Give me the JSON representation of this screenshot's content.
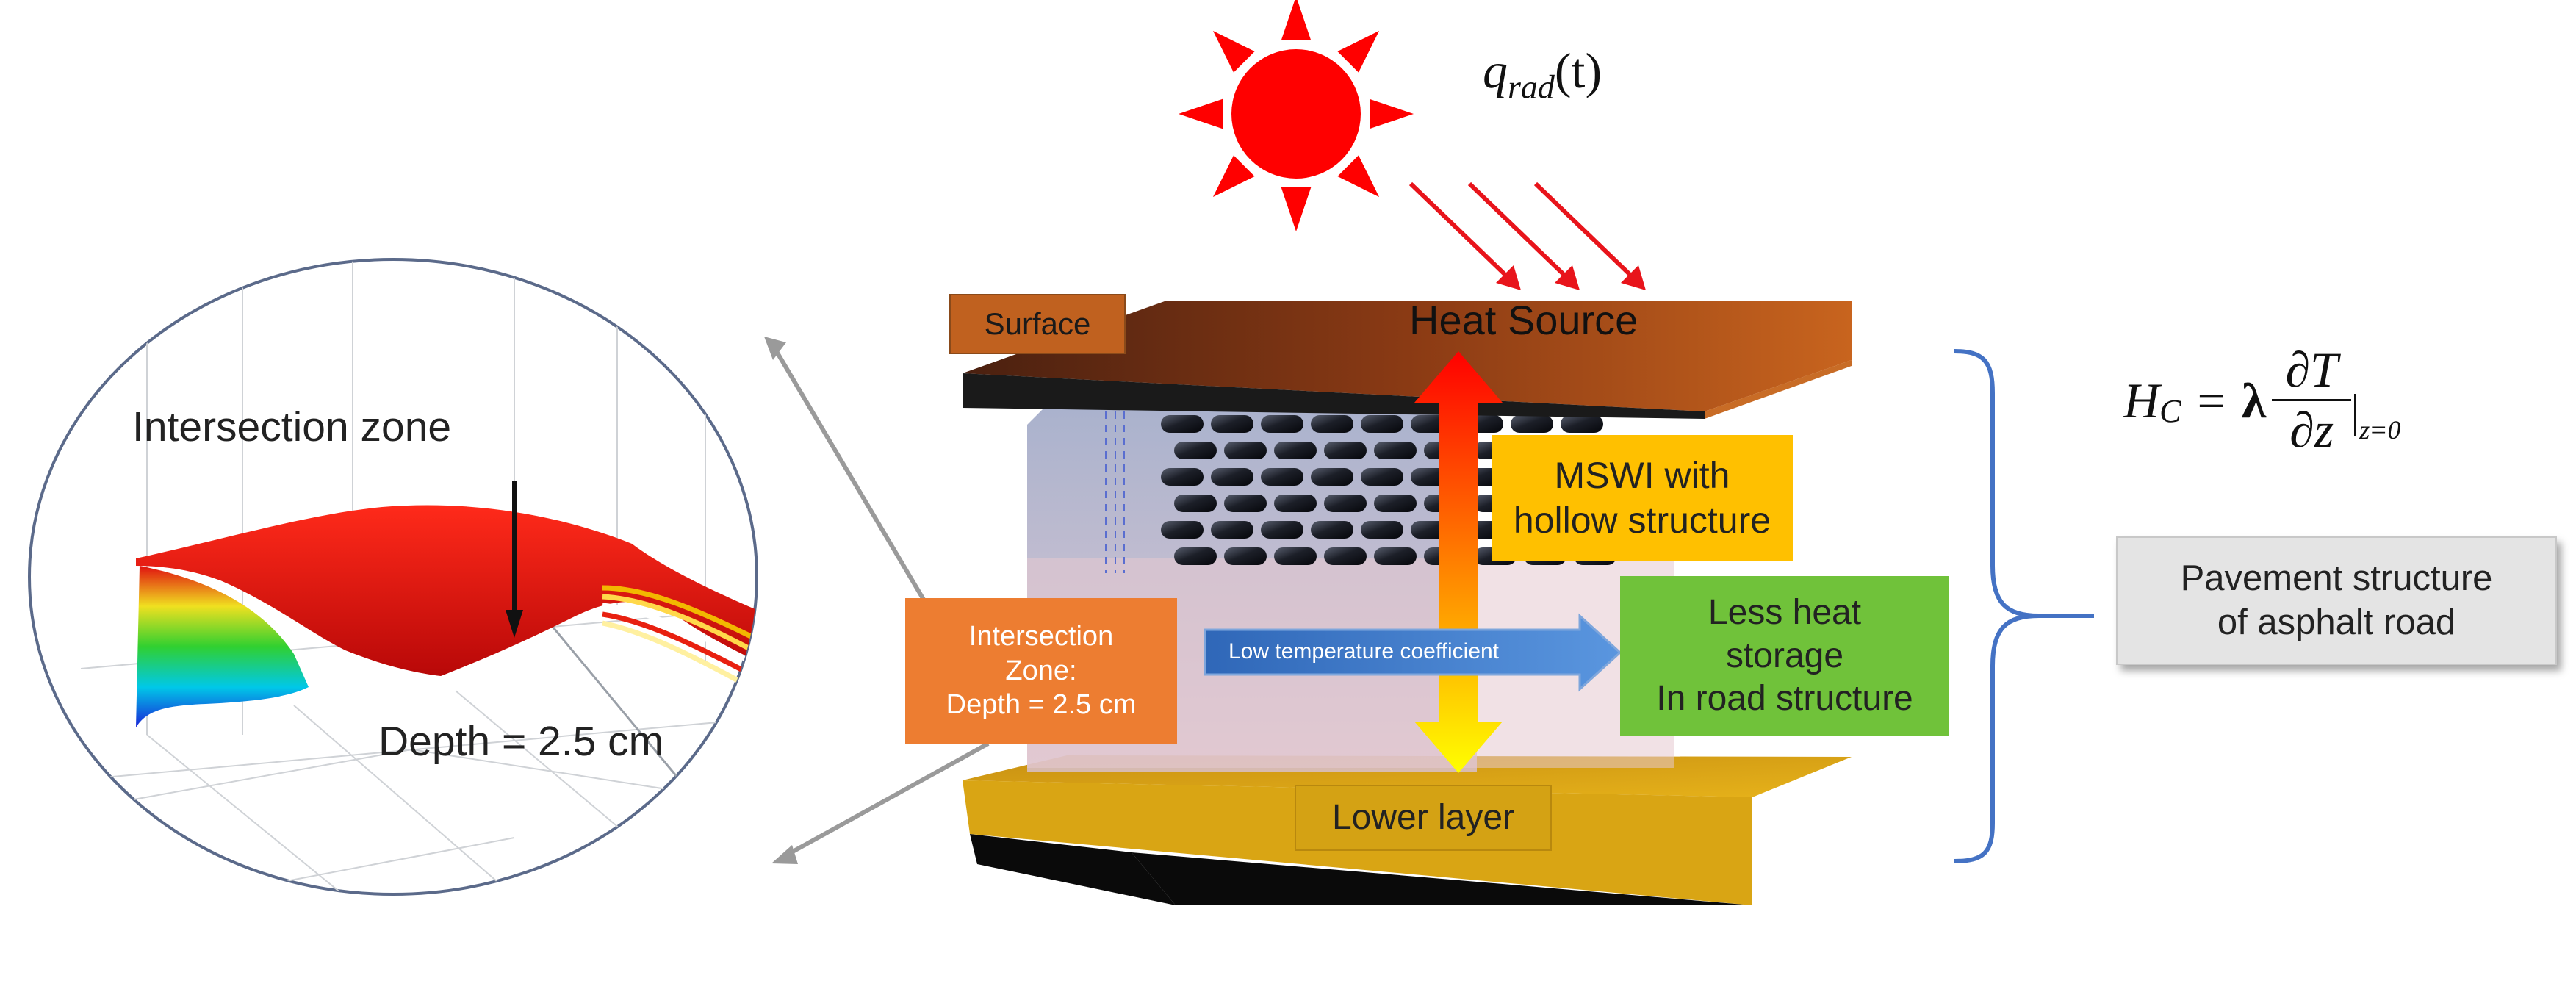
{
  "radiation": {
    "symbol": "q",
    "subscript": "rad",
    "argument": "(t)"
  },
  "labels": {
    "surface": "Surface",
    "heat_source": "Heat Source",
    "mswi": "MSWI with\nhollow structure",
    "intersection": "Intersection\nZone:\nDepth = 2.5 cm",
    "low_temp": "Low temperature coefficient",
    "less_heat": "Less heat\nstorage\nIn road structure",
    "lower_layer": "Lower layer",
    "pavement": "Pavement structure\nof asphalt road"
  },
  "zoom": {
    "title": "Intersection zone",
    "depth": "Depth = 2.5 cm"
  },
  "equation": {
    "lhs_symbol": "H",
    "lhs_subscript": "C",
    "equals": "=",
    "coefficient": "λ",
    "numerator": "∂T",
    "denominator": "∂z",
    "evaluation": "z=0"
  },
  "colors": {
    "sun": "#ff0000",
    "ray": "#e8141b",
    "surface_label": "#c0611f",
    "mswi_box": "#ffc000",
    "intersection_box": "#ed7d31",
    "low_temp_arrow": "#3a78c9",
    "less_heat_box": "#70c23a",
    "lower_layer": "#d9a514",
    "brace": "#4472c4",
    "heat_arrow_top": "#ff0000",
    "heat_arrow_bottom": "#ffff00"
  }
}
